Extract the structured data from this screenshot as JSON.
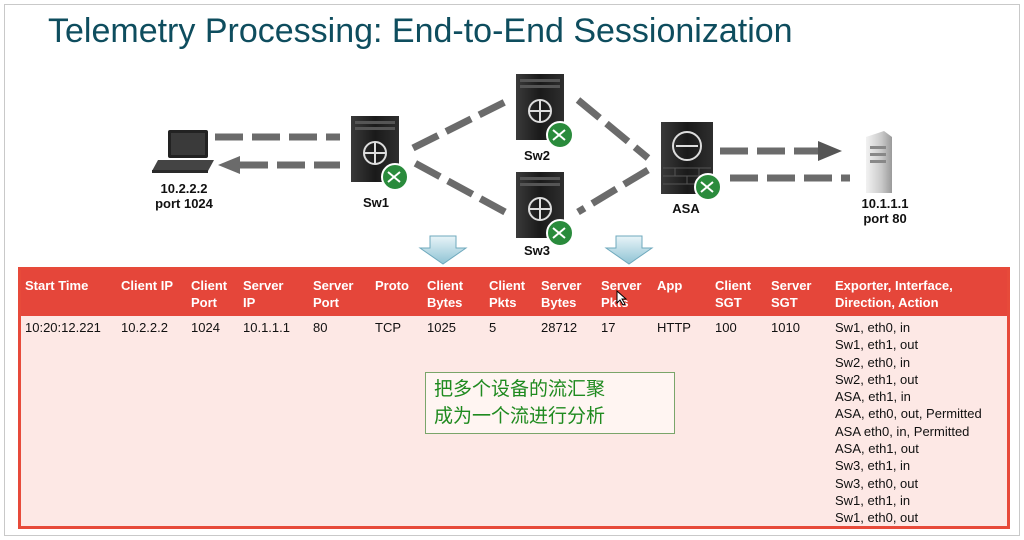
{
  "title": "Telemetry Processing: End-to-End Sessionization",
  "nodes": {
    "client": {
      "ip": "10.2.2.2",
      "port": "port 1024"
    },
    "sw1": {
      "label": "Sw1"
    },
    "sw2": {
      "label": "Sw2"
    },
    "sw3": {
      "label": "Sw3"
    },
    "asa": {
      "label": "ASA"
    },
    "server": {
      "ip": "10.1.1.1",
      "port": "port 80"
    }
  },
  "table": {
    "headers": [
      [
        "Start Time"
      ],
      [
        "Client IP"
      ],
      [
        "Client",
        "Port"
      ],
      [
        "Server",
        "IP"
      ],
      [
        "Server",
        "Port"
      ],
      [
        "Proto"
      ],
      [
        "Client",
        "Bytes"
      ],
      [
        "Client",
        "Pkts"
      ],
      [
        "Server",
        "Bytes"
      ],
      [
        "Server",
        "Pkts"
      ],
      [
        "App"
      ],
      [
        "Client",
        "SGT"
      ],
      [
        "Server",
        "SGT"
      ],
      [
        "Exporter, Interface,",
        "Direction, Action"
      ]
    ],
    "row": [
      "10:20:12.221",
      "10.2.2.2",
      "1024",
      "10.1.1.1",
      "80",
      "TCP",
      "1025",
      "5",
      "28712",
      "17",
      "HTTP",
      "100",
      "1010"
    ],
    "exporters": [
      "Sw1, eth0, in",
      "Sw1, eth1, out",
      "Sw2, eth0, in",
      "Sw2, eth1, out",
      "ASA, eth1, in",
      "ASA, eth0, out, Permitted",
      "ASA eth0, in, Permitted",
      "ASA, eth1, out",
      "Sw3, eth1, in",
      "Sw3, eth0, out",
      "Sw1, eth1, in",
      "Sw1, eth0, out"
    ]
  },
  "note": {
    "line1": "把多个设备的流汇聚",
    "line2": "成为一个流进行分析"
  },
  "colors": {
    "title": "#0e4d5e",
    "table_header": "#e5463a",
    "table_bg": "#fde8e5",
    "note_text": "#1f8a1f",
    "link": "#6b6b6b",
    "device": "#1e1e1e",
    "badge": "#2a8b3c"
  }
}
